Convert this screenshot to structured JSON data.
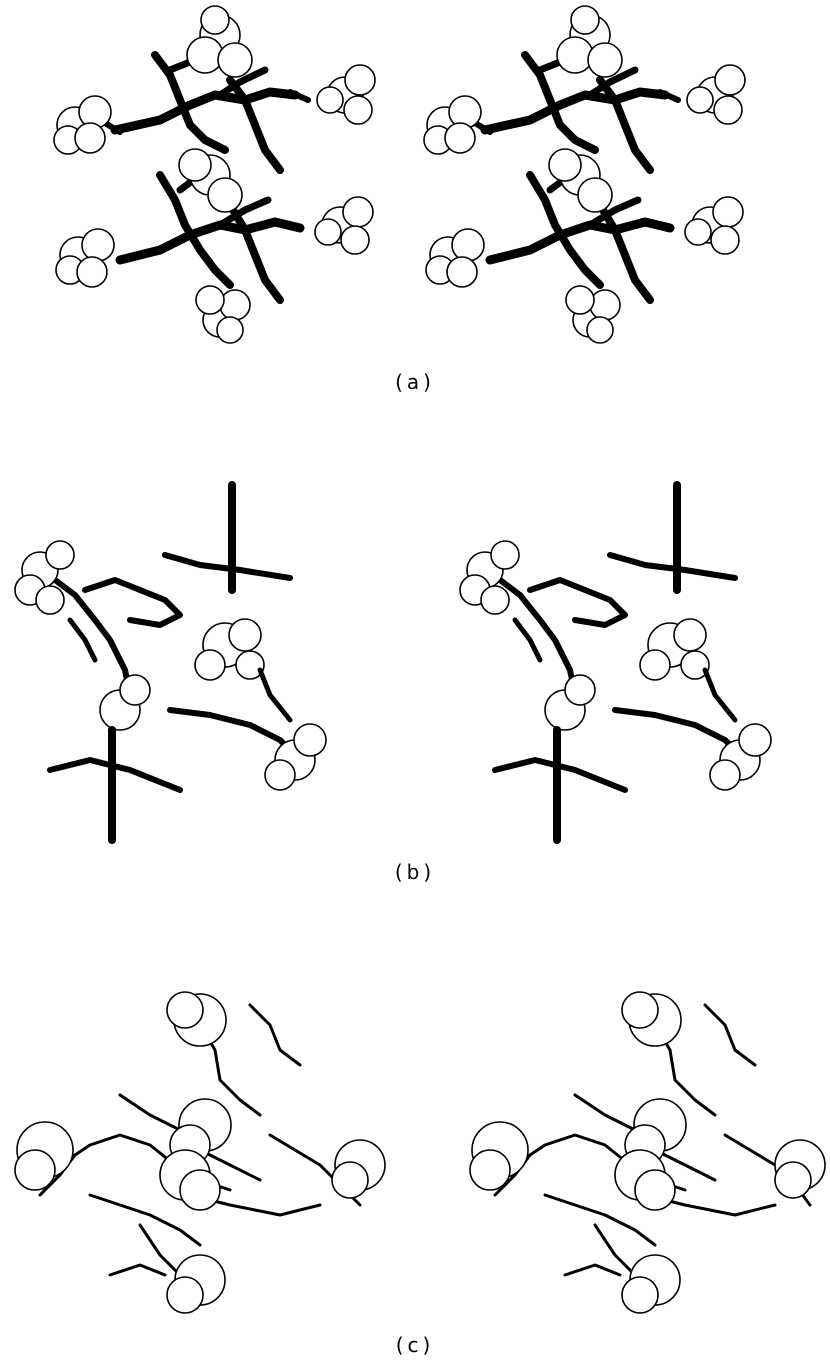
{
  "figure": {
    "panels": [
      {
        "id": "a",
        "label": "(a)"
      },
      {
        "id": "b",
        "label": "(b)"
      },
      {
        "id": "c",
        "label": "(c)"
      }
    ]
  },
  "colors": {
    "ink": "#000000",
    "paper": "#ffffff"
  }
}
